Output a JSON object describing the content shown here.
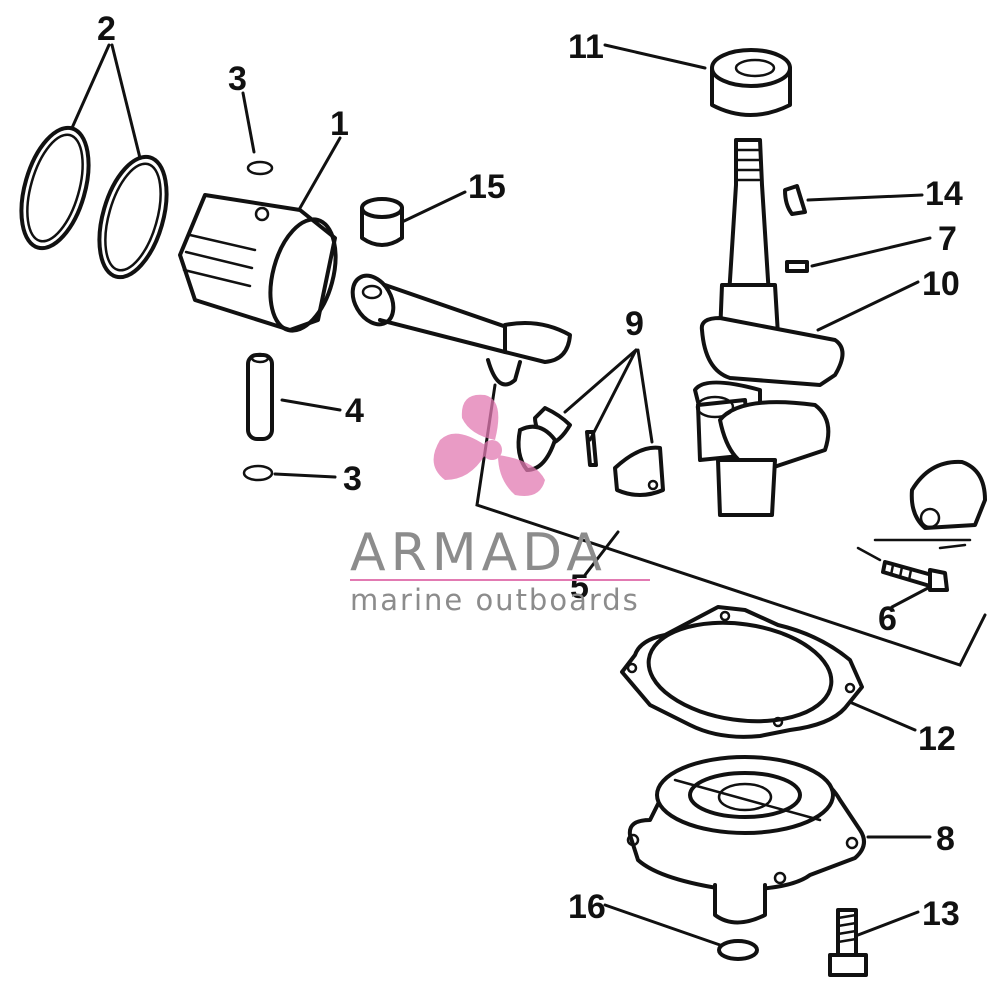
{
  "diagram": {
    "callouts": [
      {
        "id": "c2",
        "label": "2"
      },
      {
        "id": "c3a",
        "label": "3"
      },
      {
        "id": "c1",
        "label": "1"
      },
      {
        "id": "c15",
        "label": "15"
      },
      {
        "id": "c11",
        "label": "11"
      },
      {
        "id": "c14",
        "label": "14"
      },
      {
        "id": "c7",
        "label": "7"
      },
      {
        "id": "c10",
        "label": "10"
      },
      {
        "id": "c9",
        "label": "9"
      },
      {
        "id": "c4",
        "label": "4"
      },
      {
        "id": "c3b",
        "label": "3"
      },
      {
        "id": "c5",
        "label": "5"
      },
      {
        "id": "c6",
        "label": "6"
      },
      {
        "id": "c12",
        "label": "12"
      },
      {
        "id": "c8",
        "label": "8"
      },
      {
        "id": "c16",
        "label": "16"
      },
      {
        "id": "c13",
        "label": "13"
      }
    ]
  },
  "watermark": {
    "title": "ARMADA",
    "subtitle": "marine outboards",
    "colors": {
      "logo": "#e27ab2",
      "text": "#8c8c8c"
    }
  }
}
